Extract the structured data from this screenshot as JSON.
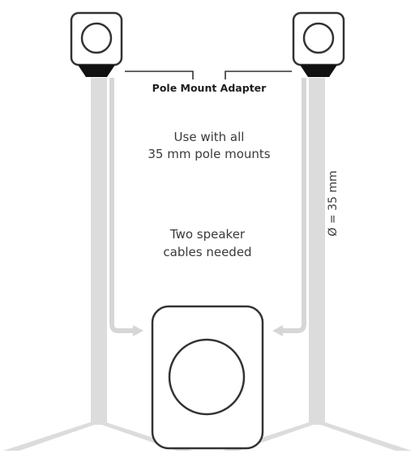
{
  "adapter_label": "Pole Mount Adapter",
  "mounts_line1": "Use with all",
  "mounts_line2": "35 mm pole mounts",
  "cables_line1": "Two speaker",
  "cables_line2": "cables needed",
  "diameter_label": "Ø = 35 mm",
  "colors": {
    "pole": "#dcdcdc",
    "outline": "#333333",
    "adapter": "#111111",
    "text": "#3a3a3a",
    "arrow": "#d6d6d6"
  }
}
